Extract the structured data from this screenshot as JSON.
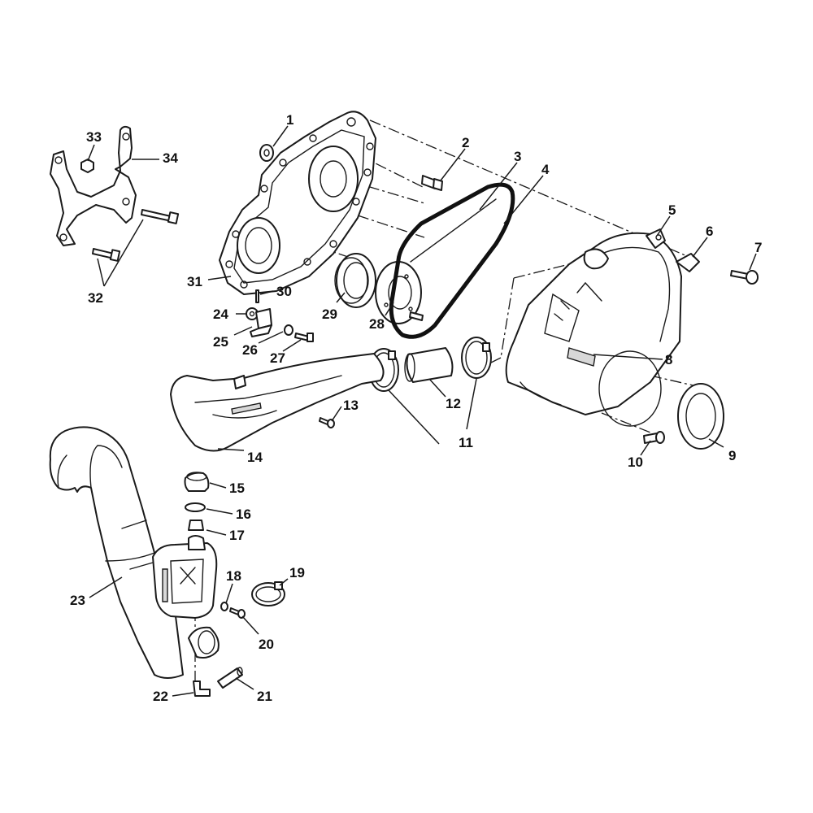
{
  "colors": {
    "line": "#1a1a1a",
    "background": "#ffffff"
  },
  "callouts": [
    {
      "id": "1",
      "label": "1"
    },
    {
      "id": "2",
      "label": "2"
    },
    {
      "id": "3",
      "label": "3"
    },
    {
      "id": "4",
      "label": "4"
    },
    {
      "id": "5",
      "label": "5"
    },
    {
      "id": "6",
      "label": "6"
    },
    {
      "id": "7",
      "label": "7"
    },
    {
      "id": "8",
      "label": "8"
    },
    {
      "id": "9",
      "label": "9"
    },
    {
      "id": "10",
      "label": "10"
    },
    {
      "id": "11",
      "label": "11"
    },
    {
      "id": "12",
      "label": "12"
    },
    {
      "id": "13",
      "label": "13"
    },
    {
      "id": "14",
      "label": "14"
    },
    {
      "id": "15",
      "label": "15"
    },
    {
      "id": "16",
      "label": "16"
    },
    {
      "id": "17",
      "label": "17"
    },
    {
      "id": "18",
      "label": "18"
    },
    {
      "id": "19",
      "label": "19"
    },
    {
      "id": "20",
      "label": "20"
    },
    {
      "id": "21",
      "label": "21"
    },
    {
      "id": "22",
      "label": "22"
    },
    {
      "id": "23",
      "label": "23"
    },
    {
      "id": "24",
      "label": "24"
    },
    {
      "id": "25",
      "label": "25"
    },
    {
      "id": "26",
      "label": "26"
    },
    {
      "id": "27",
      "label": "27"
    },
    {
      "id": "28",
      "label": "28"
    },
    {
      "id": "29",
      "label": "29"
    },
    {
      "id": "30",
      "label": "30"
    },
    {
      "id": "31",
      "label": "31"
    },
    {
      "id": "32",
      "label": "32"
    },
    {
      "id": "33",
      "label": "33"
    },
    {
      "id": "34",
      "label": "34"
    }
  ]
}
